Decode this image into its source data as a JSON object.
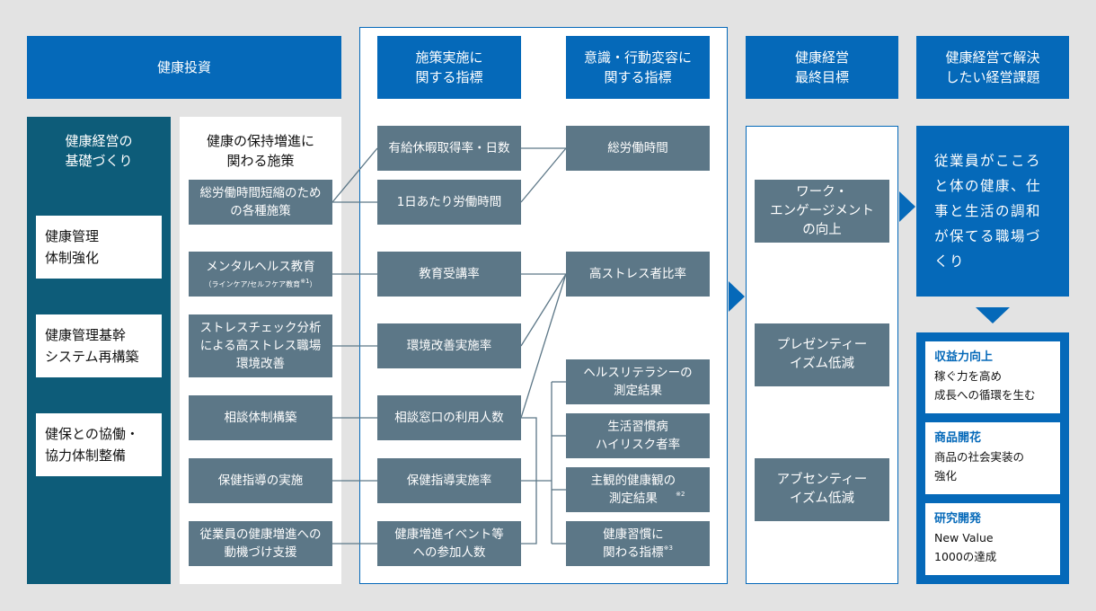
{
  "headers": {
    "investment": "健康投資",
    "policy_indicators": "施策実施に\n関する指標",
    "awareness_indicators": "意識・行動変容に\n関する指標",
    "final_goal": "健康経営\n最終目標",
    "issues": "健康経営で解決\nしたい経営課題"
  },
  "foundation": {
    "title": "健康経営の\n基礎づくり",
    "items": [
      "健康管理\n体制強化",
      "健康管理基幹\nシステム再構築",
      "健保との協働・\n協力体制整備"
    ]
  },
  "measures": {
    "title": "健康の保持増進に\n関わる施策",
    "items": [
      {
        "text": "総労働時間短縮のため\nの各種施策"
      },
      {
        "text": "メンタルヘルス教育",
        "sub": "（ラインケア/セルフケア教育",
        "sup": "※1",
        "sub_end": "）"
      },
      {
        "text": "ストレスチェック分析\nによる高ストレス職場\n環境改善"
      },
      {
        "text": "相談体制構築"
      },
      {
        "text": "保健指導の実施"
      },
      {
        "text": "従業員の健康増進への\n動機づけ支援"
      }
    ]
  },
  "policy_items": [
    "有給休暇取得率・日数",
    "1日あたり労働時間",
    "教育受講率",
    "環境改善実施率",
    "相談窓口の利用人数",
    "保健指導実施率",
    "健康増進イベント等\nへの参加人数"
  ],
  "awareness_items": [
    {
      "text": "総労働時間"
    },
    {
      "text": "高ストレス者比率"
    },
    {
      "text": "ヘルスリテラシーの\n測定結果"
    },
    {
      "text": "生活習慣病\nハイリスク者率"
    },
    {
      "text": "主観的健康観の\n測定結果",
      "sup": "※2"
    },
    {
      "text": "健康習慣に\n関わる指標",
      "sup": "※3"
    }
  ],
  "final_goals": [
    "ワーク・\nエンゲージメント\nの向上",
    "プレゼンティー\nイズム低減",
    "アブセンティー\nイズム低減"
  ],
  "issue_text": "従業員がこころ\nと体の健康、仕\n事と生活の調和\nが保てる職場づ\nくり",
  "business_goals": [
    {
      "title": "収益力向上",
      "desc": "稼ぐ力を高め\n成長への循環を生む"
    },
    {
      "title": "商品開花",
      "desc": "商品の社会実装の\n強化"
    },
    {
      "title": "研究開発",
      "desc": "New Value\n1000の達成"
    }
  ],
  "colors": {
    "header_blue": "#0569b9",
    "teal": "#0d5c79",
    "box_gray": "#5c7787",
    "background": "#e3e3e3"
  }
}
